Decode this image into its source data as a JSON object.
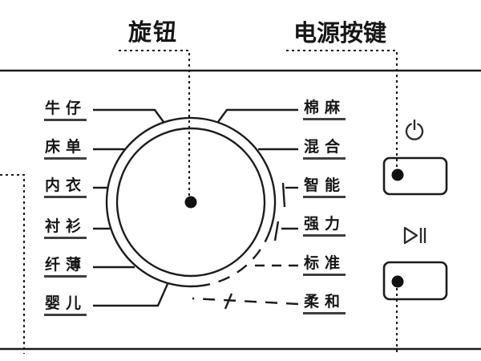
{
  "callouts": {
    "knob_label": "旋钮",
    "power_label": "电源按键"
  },
  "programs": {
    "left": [
      "牛仔",
      "床单",
      "内衣",
      "衬衫",
      "纤薄",
      "婴儿"
    ],
    "right": [
      "棉麻",
      "混合",
      "智能",
      "强力",
      "标准",
      "柔和"
    ]
  },
  "buttons": {
    "power": {
      "icon": "power-icon"
    },
    "start_pause": {
      "icon": "play-pause-icon"
    }
  },
  "colors": {
    "line": "#1c1c1c",
    "underline": "#3f3f3f",
    "background": "#ffffff"
  }
}
